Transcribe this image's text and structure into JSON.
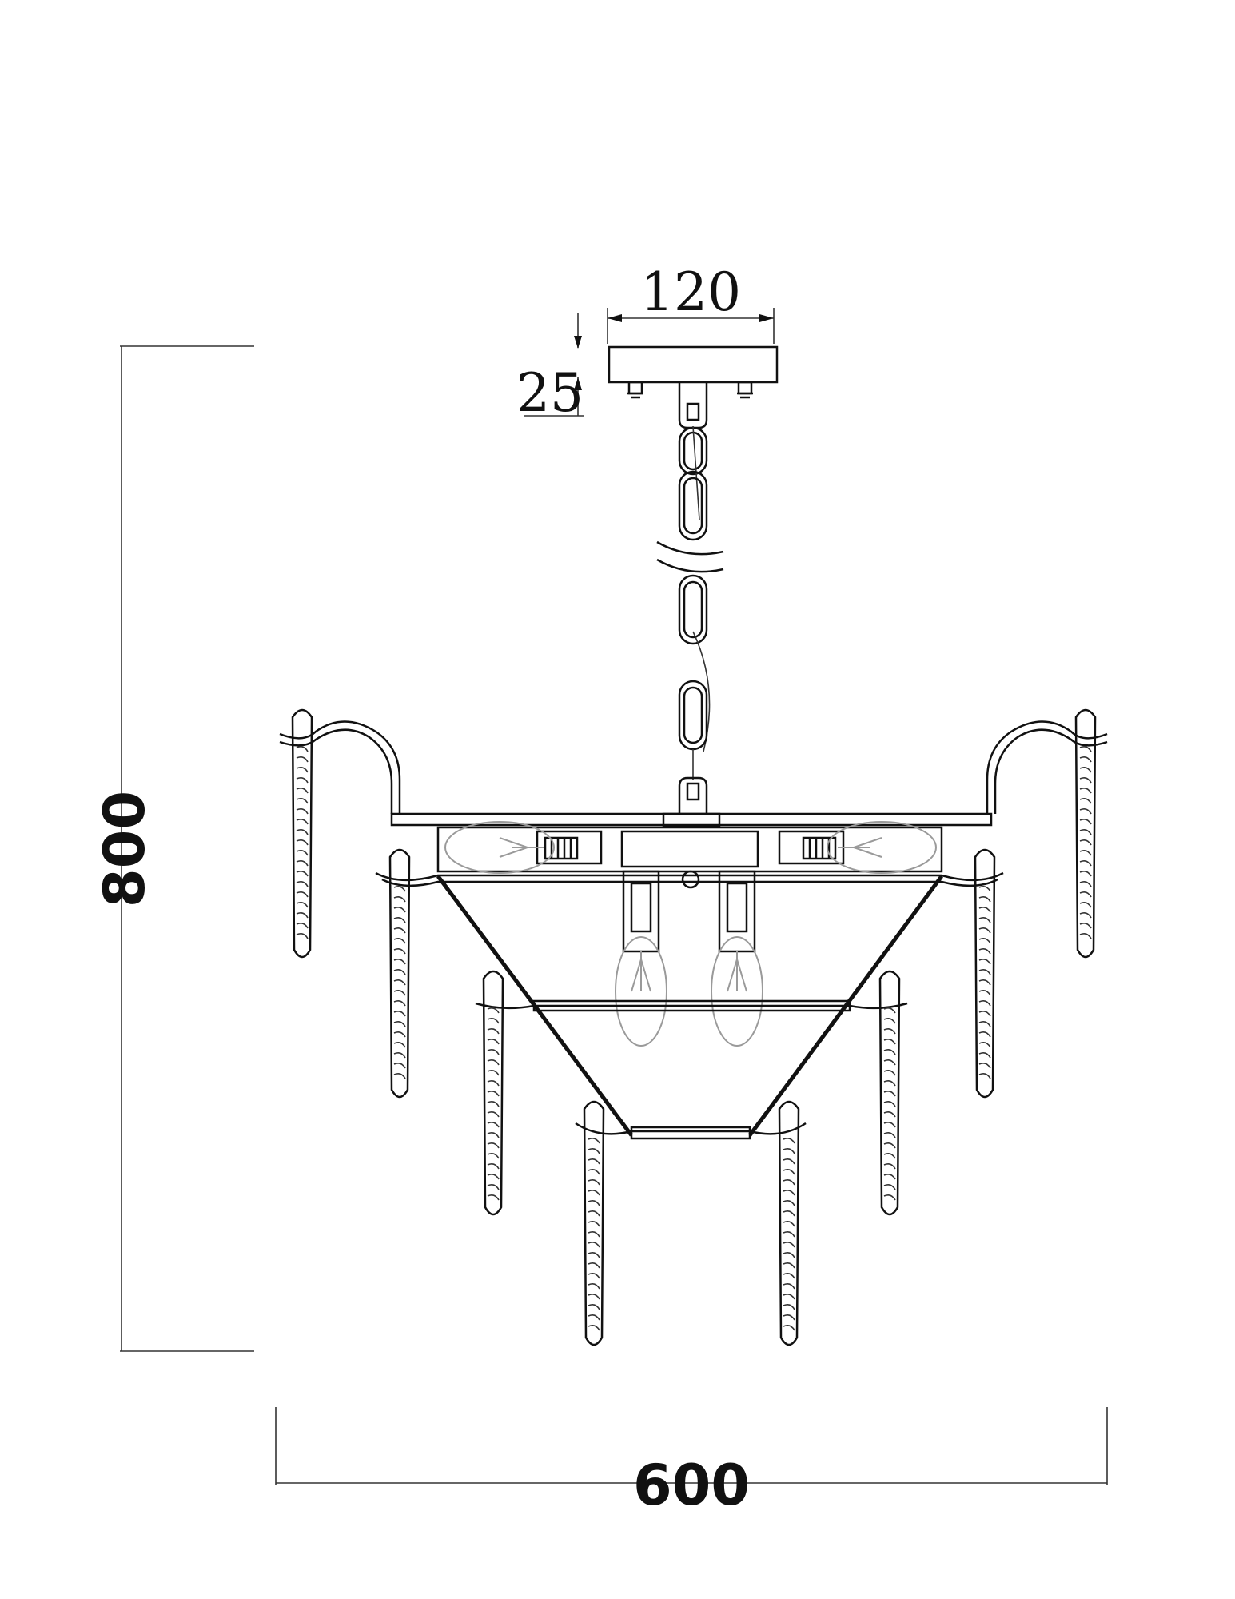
{
  "dimensions": {
    "canopy_width": "120",
    "canopy_height": "25",
    "total_height": "800",
    "total_width": "600"
  }
}
